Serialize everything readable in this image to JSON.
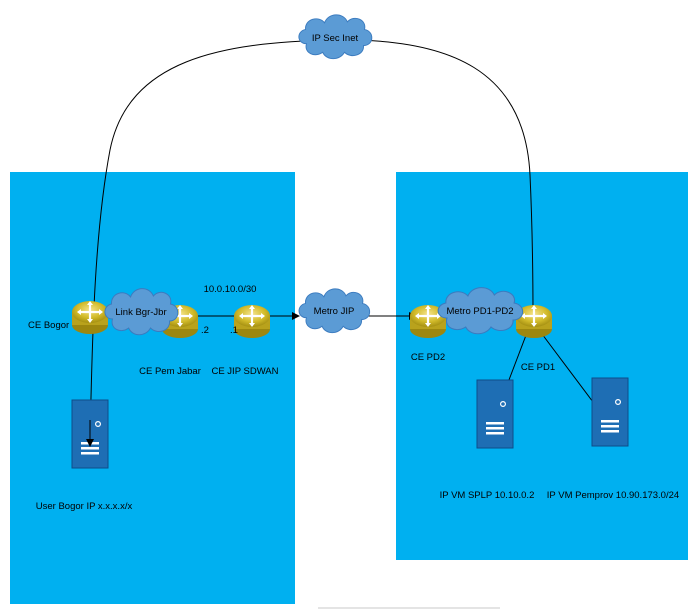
{
  "clouds": {
    "ipsec": "IP Sec Inet",
    "link_bgr": "Link Bgr-Jbr",
    "metro_jip": "Metro JIP",
    "metro_pd": "Metro PD1-PD2"
  },
  "routers": {
    "ce_bogor": "CE Bogor",
    "ce_pem_jabar": "CE Pem Jabar",
    "ce_jip_sdwan": "CE JIP SDWAN",
    "ce_pd2": "CE PD2",
    "ce_pd1": "CE PD1"
  },
  "links": {
    "subnet": "10.0.10.0/30",
    "ip_2": ".2",
    "ip_1": ".1"
  },
  "servers": {
    "user_bogor": "User Bogor IP x.x.x.x/x",
    "vm_splp": "IP VM SPLP 10.10.0.2",
    "vm_pemprov": "IP VM Pemprov 10.90.173.0/24"
  },
  "colors": {
    "zone": "#00b0f0",
    "cloud": "#5b9bd5",
    "router": "#c9b21b",
    "server": "#1e6eb4"
  }
}
